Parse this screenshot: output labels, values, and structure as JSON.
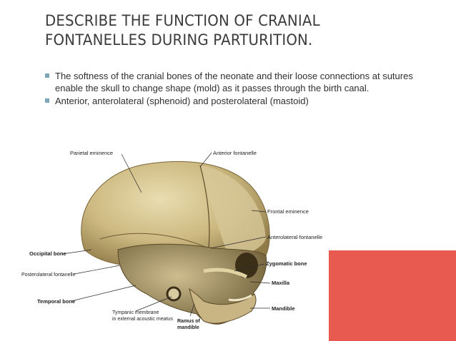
{
  "slide": {
    "title_lines": [
      "DESCRIBE THE FUNCTION OF CRANIAL",
      "FONTANELLES DURING PARTURITION."
    ],
    "bullets": [
      "The softness of the cranial bones of the neonate and their loose connections at sutures enable the skull to change shape (mold) as it passes through the birth canal.",
      "Anterior, anterolateral (sphenoid) and posterolateral (mastoid)"
    ],
    "colors": {
      "title": "#3b3b3b",
      "bullet_marker": "#7aa6b8",
      "accent_block": "#e85a4f"
    }
  },
  "figure": {
    "labels": {
      "parietal_eminence": "Parietal eminence",
      "anterior_fontanelle": "Anterior fontanelle",
      "frontal_eminence": "Frontal eminence",
      "anterolateral_fontanelle": "Anterolateral fontanelle",
      "occipital_bone": "Occipital bone",
      "posterolateral_fontanelle": "Posterolateral fontanelle",
      "zygomatic_bone": "Zygomatic bone",
      "maxilla": "Maxilla",
      "temporal_bone": "Temporal bone",
      "mandible": "Mandible",
      "tympanic_1": "Tympanic membrane",
      "tympanic_2": "in external acoustic meatus",
      "ramus_1": "Ramus of",
      "ramus_2": "mandible"
    }
  }
}
